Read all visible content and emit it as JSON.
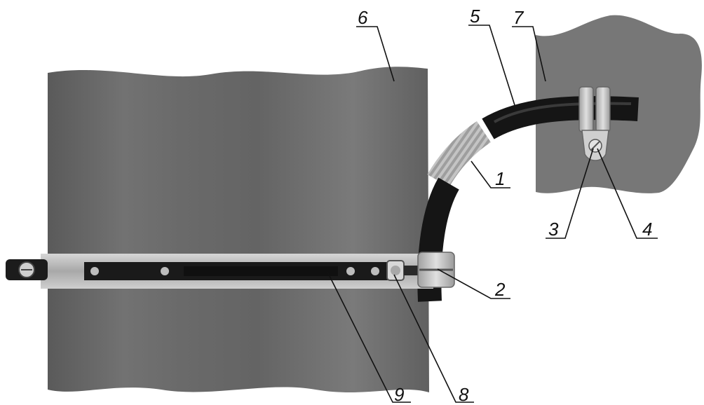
{
  "diagram": {
    "callouts": [
      {
        "id": "c1",
        "number": "1"
      },
      {
        "id": "c2",
        "number": "2"
      },
      {
        "id": "c3",
        "number": "3"
      },
      {
        "id": "c4",
        "number": "4"
      },
      {
        "id": "c5",
        "number": "5"
      },
      {
        "id": "c6",
        "number": "6"
      },
      {
        "id": "c7",
        "number": "7"
      },
      {
        "id": "c8",
        "number": "8"
      },
      {
        "id": "c9",
        "number": "9"
      }
    ],
    "colors": {
      "pipe": "#6e6e6e",
      "plate": "#767676",
      "cable_jacket": "#111111",
      "wire": "#a9a9a9",
      "clamp_metal": "#c8c8c8",
      "strap": "#b9b9b9"
    }
  }
}
